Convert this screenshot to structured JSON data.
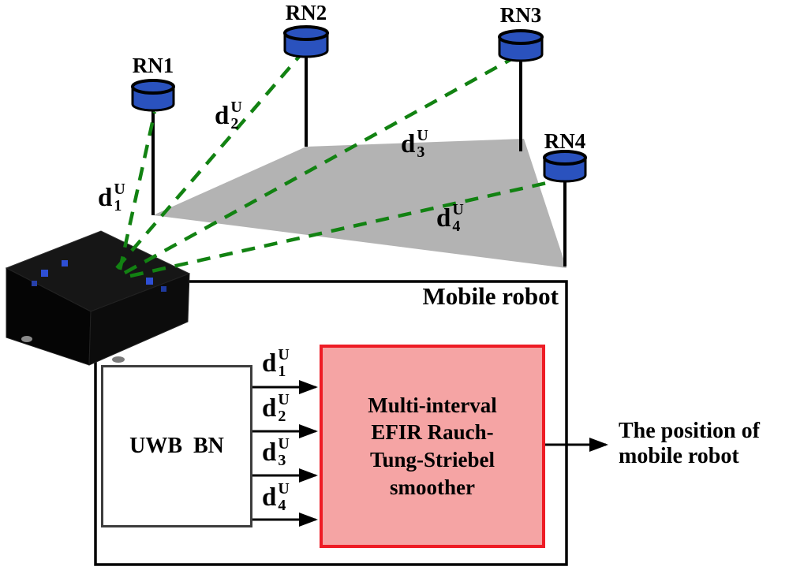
{
  "scene": {
    "reference_nodes": [
      {
        "label": "RN1"
      },
      {
        "label": "RN2"
      },
      {
        "label": "RN3"
      },
      {
        "label": "RN4"
      }
    ],
    "distances": [
      {
        "base": "d",
        "sup": "U",
        "sub": "1"
      },
      {
        "base": "d",
        "sup": "U",
        "sub": "2"
      },
      {
        "base": "d",
        "sup": "U",
        "sub": "3"
      },
      {
        "base": "d",
        "sup": "U",
        "sub": "4"
      }
    ]
  },
  "diagram": {
    "container_title": "Mobile robot",
    "uwb_block_label": "UWB  BN",
    "smoother_block_lines": [
      "Multi-interval",
      "EFIR Rauch-",
      "Tung-Striebel",
      "smoother"
    ],
    "output_label_lines": [
      "The position of",
      "mobile robot"
    ]
  },
  "colors": {
    "anchor_fill": "#2a52be",
    "range_line_green": "#128212",
    "plane_gray": "#b3b3b3",
    "smoother_fill": "#f5a4a4",
    "smoother_border": "#ee1c25",
    "text_black": "#000000"
  }
}
